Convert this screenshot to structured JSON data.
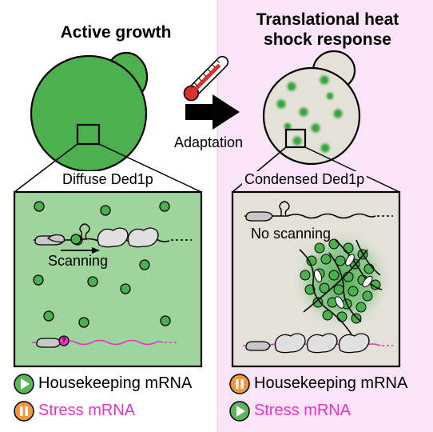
{
  "left_panel": {
    "title": "Active growth",
    "zoom_label": "Diffuse Ded1p",
    "process_label": "Scanning",
    "legend": [
      {
        "status": "play",
        "text": "Housekeeping mRNA"
      },
      {
        "status": "pause",
        "text": "Stress mRNA"
      }
    ]
  },
  "right_panel": {
    "title_line1": "Translational heat",
    "title_line2": "shock response",
    "zoom_label": "Condensed Ded1p",
    "process_label": "No scanning",
    "legend": [
      {
        "status": "pause",
        "text": "Housekeeping mRNA"
      },
      {
        "status": "play",
        "text": "Stress mRNA"
      }
    ]
  },
  "transition": {
    "label": "Adaptation",
    "icon": "thermometer-icon"
  },
  "question_mark": "?",
  "colors": {
    "cell_green": "#4db04f",
    "condensate_green": "#4aaa4a",
    "zoom_green": "#9fd49c",
    "cytoplasm_gray": "#e3e1d8",
    "right_bg": "#fae4f8",
    "stress_pink": "#e633c8",
    "play_green": "#5bb55a",
    "pause_orange": "#f2973e"
  }
}
